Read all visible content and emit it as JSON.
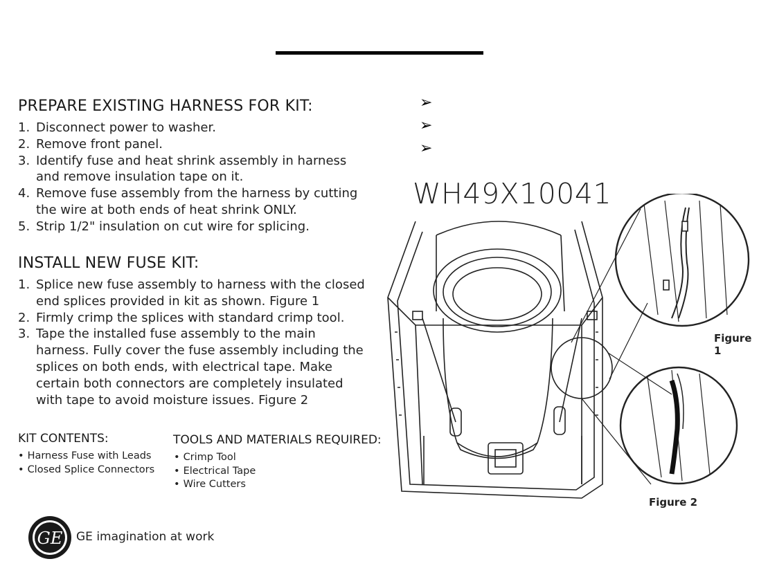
{
  "prepare": {
    "heading": "PREPARE EXISTING HARNESS FOR KIT:",
    "steps": [
      {
        "num": "1.",
        "text": "Disconnect power to washer."
      },
      {
        "num": "2.",
        "text": "Remove front panel."
      },
      {
        "num": "3.",
        "text": "Identify fuse and heat shrink assembly in harness and remove insulation tape on it."
      },
      {
        "num": "4.",
        "text": "Remove fuse assembly from the harness by cutting the wire at both ends of heat shrink ONLY."
      },
      {
        "num": "5.",
        "text": "Strip 1/2\" insulation on cut wire for splicing."
      }
    ]
  },
  "install": {
    "heading": "INSTALL NEW FUSE KIT:",
    "steps": [
      {
        "num": "1.",
        "text": "Splice new fuse assembly to harness with the closed end splices provided in kit as shown. Figure 1"
      },
      {
        "num": "2.",
        "text": "Firmly crimp the splices with standard crimp tool."
      },
      {
        "num": "3.",
        "text": "Tape the installed fuse assembly to the main harness. Fully cover the fuse assembly including the splices on both ends, with electrical tape. Make certain both connectors are completely insulated with tape to avoid moisture issues. Figure 2"
      }
    ]
  },
  "kit_contents": {
    "heading": "KIT CONTENTS:",
    "items": [
      "Harness Fuse with Leads",
      "Closed Splice Connectors"
    ]
  },
  "tools": {
    "heading": "TOOLS AND MATERIALS REQUIRED:",
    "items": [
      "Crimp Tool",
      "Electrical Tape",
      "Wire Cutters"
    ]
  },
  "arrow_glyph": "➢",
  "part_number": "WH49X10041",
  "figures": {
    "figure1": "Figure 1",
    "figure2": "Figure 2"
  },
  "brand": {
    "logo_text": "GE",
    "tagline": "GE imagination at work"
  }
}
